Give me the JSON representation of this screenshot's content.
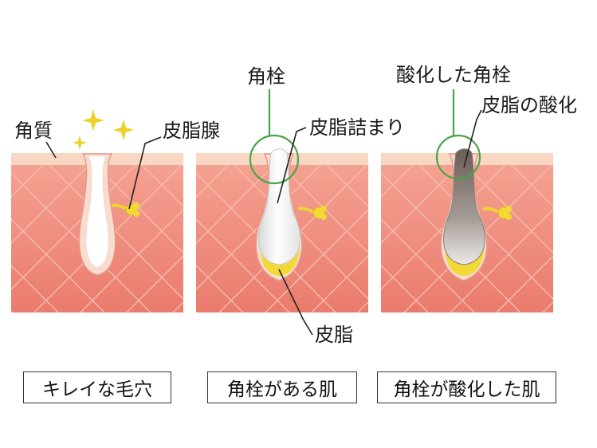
{
  "labels": {
    "horny_layer": "角質",
    "sebaceous_gland": "皮脂腺",
    "plug": "角栓",
    "sebum_clog": "皮脂詰まり",
    "sebum": "皮脂",
    "oxidized_plug": "酸化した角栓",
    "sebum_oxidation": "皮脂の酸化"
  },
  "captions": {
    "clean_pore": "キレイな毛穴",
    "plugged_skin": "角栓がある肌",
    "oxidized_skin": "角栓が酸化した肌"
  },
  "colors": {
    "skin": "#ef8f80",
    "skin_pattern": "#f6b8aa",
    "surface": "#f9d7c3",
    "follicle_wall": "#f7ddd0",
    "sebum": "#f2d936",
    "sparkle": "#ecd12a",
    "highlight_circle": "#48a648",
    "plug": "#ffffff",
    "oxidized_plug": "#8c8079"
  }
}
